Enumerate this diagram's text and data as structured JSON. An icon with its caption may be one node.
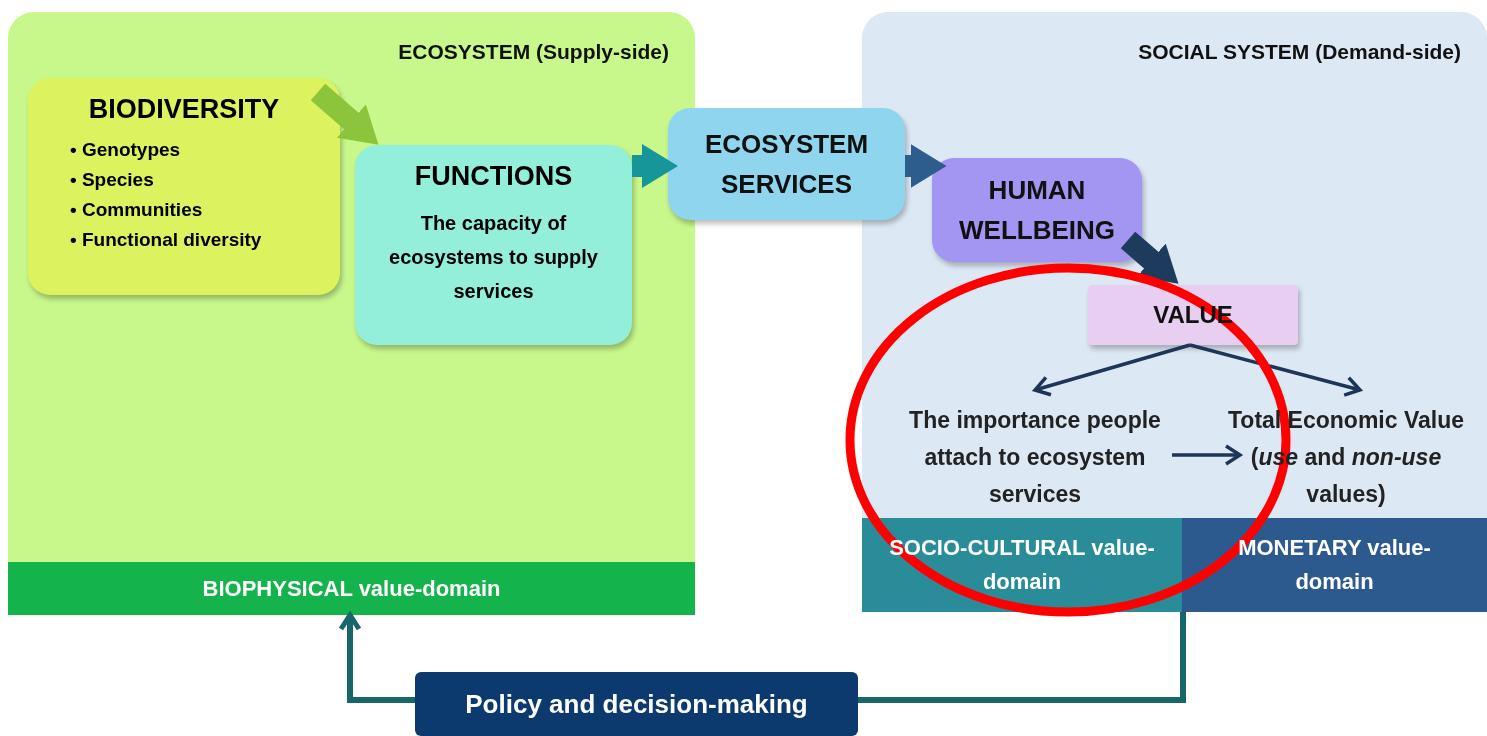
{
  "diagram": {
    "nodes": [
      {
        "text": [
          "ECOSYSTEM (Supply-side)"
        ]
      },
      {
        "text": [
          "BIODIVERSITY",
          "• Genotypes",
          "• Species",
          "• Communities",
          "• Functional diversity"
        ],
        "in": 0
      },
      {
        "text": [
          "FUNCTIONS",
          "The capacity of ecosystems to supply services"
        ],
        "in": 0
      },
      {
        "text": [
          "BIOPHYSICAL value-domain"
        ],
        "in": 0
      },
      {
        "text": [
          "ECOSYSTEM SERVICES"
        ]
      },
      {
        "text": [
          "SOCIAL SYSTEM (Demand-side)"
        ]
      },
      {
        "text": [
          "HUMAN WELLBEING"
        ],
        "in": 5
      },
      {
        "text": [
          "VALUE"
        ],
        "in": 5
      },
      {
        "text": [
          "The importance people attach to ecosystem services"
        ],
        "in": 5
      },
      {
        "text": [
          "Total Economic Value (*use* and *non-use* values)"
        ],
        "in": 5
      },
      {
        "text": [
          "SOCIO-CULTURAL value-domain"
        ],
        "in": 5
      },
      {
        "text": [
          "MONETARY value-domain"
        ],
        "in": 5
      },
      {
        "text": [
          "Policy and decision-making"
        ]
      }
    ],
    "edges": [
      {
        "from": 1,
        "to": 2,
        "arrow": "to",
        "style": "thick",
        "color": "#8cc43c"
      },
      {
        "from": 2,
        "to": 4,
        "arrow": "to",
        "style": "thick",
        "color": "#17969a"
      },
      {
        "from": 4,
        "to": 6,
        "arrow": "to",
        "style": "thick",
        "color": "#2c5d8c"
      },
      {
        "from": 6,
        "to": 7,
        "arrow": "to",
        "style": "thick",
        "color": "#1d3b5c"
      },
      {
        "from": 7,
        "to": 8,
        "arrow": "to"
      },
      {
        "from": 7,
        "to": 9,
        "arrow": "to"
      },
      {
        "from": 8,
        "to": 9,
        "arrow": "to"
      },
      {
        "from": 5,
        "to": 12,
        "arrow": "none",
        "color": "#16666a"
      },
      {
        "from": 12,
        "to": 3,
        "arrow": "to",
        "color": "#16666a"
      }
    ]
  }
}
